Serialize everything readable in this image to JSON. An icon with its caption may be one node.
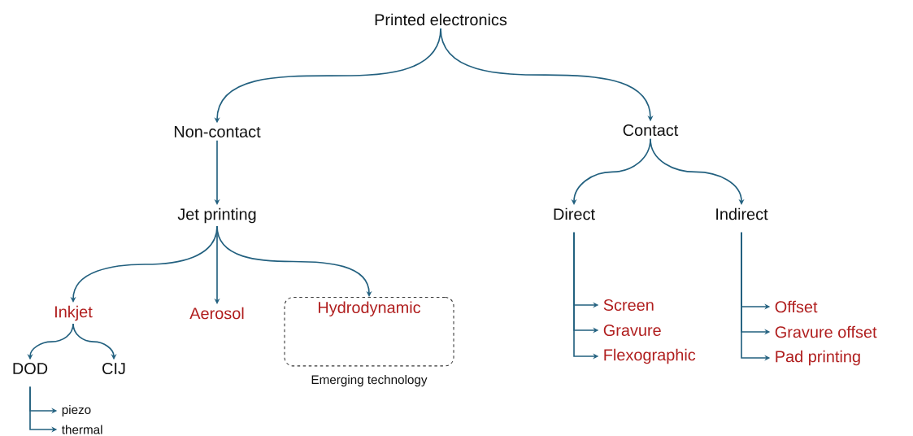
{
  "diagram": {
    "nodes": [
      {
        "text": [
          "Printed electronics"
        ]
      },
      {
        "text": [
          "Non-contact"
        ]
      },
      {
        "text": [
          "Contact"
        ]
      },
      {
        "text": [
          "Jet printing"
        ]
      },
      {
        "text": [
          "Inkjet"
        ]
      },
      {
        "text": [
          "Aerosol"
        ]
      },
      {
        "text": [
          "Hydrodynamic"
        ],
        "beside": [
          "Emerging technology"
        ]
      },
      {
        "text": [
          "DOD"
        ]
      },
      {
        "text": [
          "CIJ"
        ]
      },
      {
        "text": [
          "piezo"
        ]
      },
      {
        "text": [
          "thermal"
        ]
      },
      {
        "text": [
          "Direct"
        ]
      },
      {
        "text": [
          "Indirect"
        ]
      },
      {
        "text": [
          "Screen"
        ]
      },
      {
        "text": [
          "Gravure"
        ]
      },
      {
        "text": [
          "Flexographic"
        ]
      },
      {
        "text": [
          "Offset"
        ]
      },
      {
        "text": [
          "Gravure offset"
        ]
      },
      {
        "text": [
          "Pad printing"
        ]
      }
    ],
    "edges": [
      {
        "from": 0,
        "to": 1,
        "arrow": "to"
      },
      {
        "from": 0,
        "to": 2,
        "arrow": "to"
      },
      {
        "from": 1,
        "to": 3,
        "arrow": "to"
      },
      {
        "from": 2,
        "to": 11,
        "arrow": "to"
      },
      {
        "from": 2,
        "to": 12,
        "arrow": "to"
      },
      {
        "from": 3,
        "to": 4,
        "arrow": "to"
      },
      {
        "from": 3,
        "to": 5,
        "arrow": "to"
      },
      {
        "from": 3,
        "to": 6,
        "arrow": "to"
      },
      {
        "from": 4,
        "to": 7,
        "arrow": "to"
      },
      {
        "from": 4,
        "to": 8,
        "arrow": "to"
      },
      {
        "from": 7,
        "to": 9,
        "arrow": "to"
      },
      {
        "from": 7,
        "to": 10,
        "arrow": "to"
      },
      {
        "from": 11,
        "to": 13,
        "arrow": "to"
      },
      {
        "from": 11,
        "to": 14,
        "arrow": "to"
      },
      {
        "from": 11,
        "to": 15,
        "arrow": "to"
      },
      {
        "from": 12,
        "to": 16,
        "arrow": "to"
      },
      {
        "from": 12,
        "to": 17,
        "arrow": "to"
      },
      {
        "from": 12,
        "to": 18,
        "arrow": "to"
      }
    ]
  }
}
